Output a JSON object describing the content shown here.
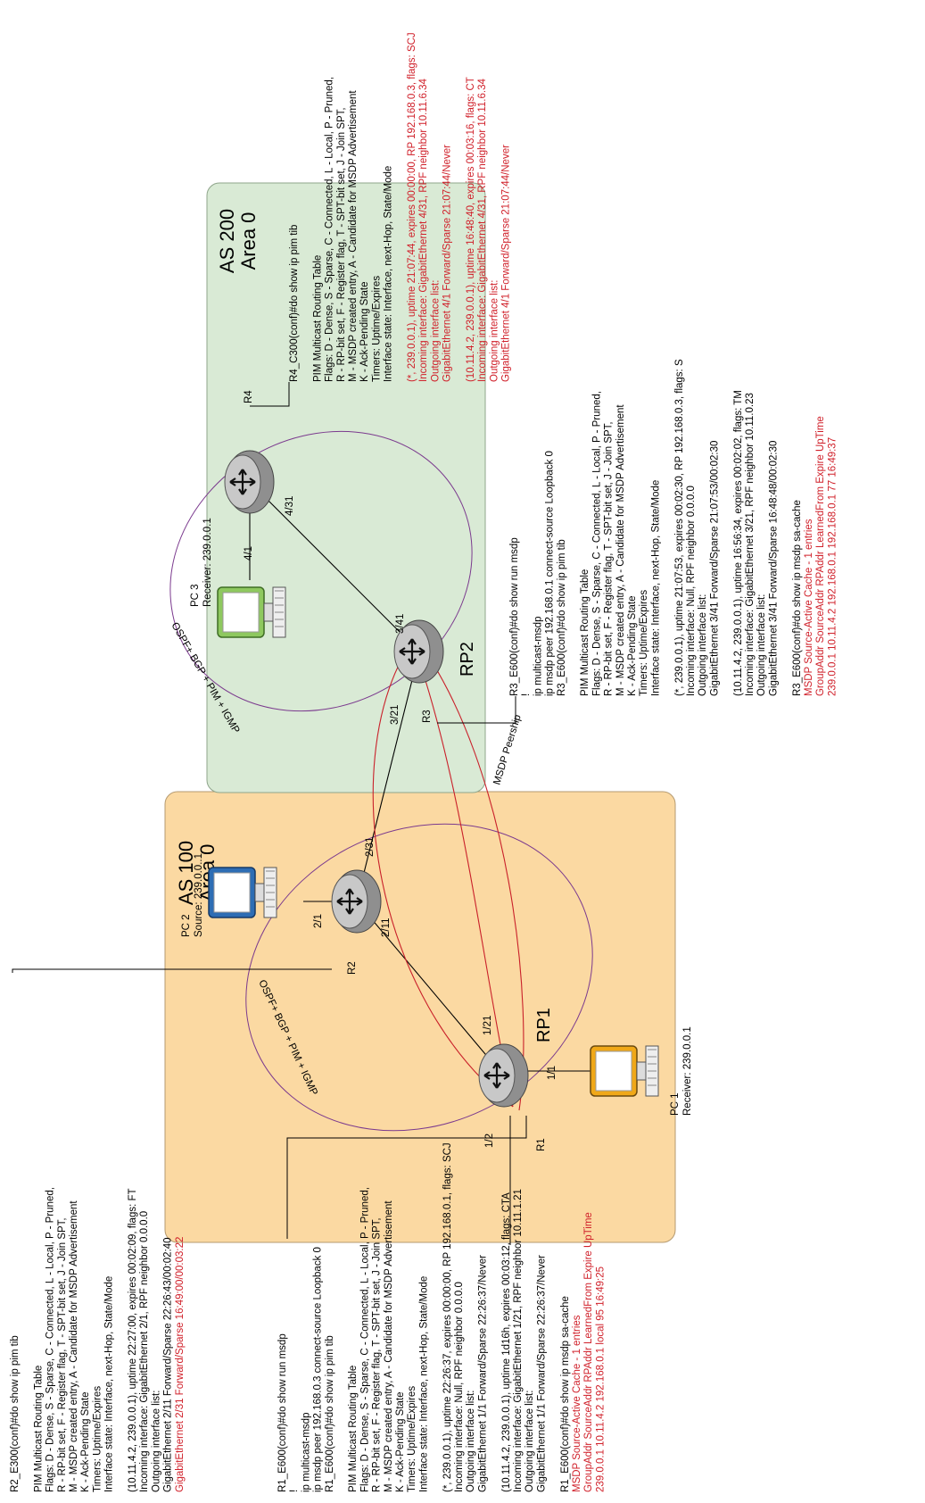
{
  "areas": {
    "as100": {
      "line1": "AS 100",
      "line2": "Area 0",
      "fill": "#fbd9a2"
    },
    "as200": {
      "line1": "AS 200",
      "line2": "Area 0",
      "fill": "#d9ead5"
    }
  },
  "protocol_labels": {
    "lower": "OSPF+ BGP + PIM + IGMP",
    "upper": "OSPF+ BGP + PIM + IGMP",
    "msdp": "MSDP Peership"
  },
  "routers": {
    "R1": {
      "name": "R1",
      "role": "RP1",
      "if_up": "1/21",
      "if_right": "1/1",
      "if_left": "1/2"
    },
    "R2": {
      "name": "R2",
      "if_left": "2/1",
      "if_up": "2/31",
      "if_down": "2/11"
    },
    "R3": {
      "name": "R3",
      "role": "RP2",
      "if_left": "3/21",
      "if_up": "3/41"
    },
    "R4": {
      "name": "R4",
      "if_left": "4/1",
      "if_down": "4/31"
    }
  },
  "pcs": {
    "pc1": {
      "name": "PC 1",
      "info": "Receiver: 239.0.0.1",
      "color": "#f0a818"
    },
    "pc2": {
      "name": "PC 2",
      "info": "Source: 239.0.0..1",
      "color": "#2d6db4"
    },
    "pc3": {
      "name": "PC 3",
      "info": "Receiver: 239.0.0.1",
      "color": "#8ec85f"
    }
  },
  "r2_block": [
    {
      "text": "R2_E300(conf)#do show ip pim tib",
      "red": false
    },
    {
      "text": "",
      "red": false
    },
    {
      "text": "PIM Multicast Routing Table",
      "red": false
    },
    {
      "text": "Flags: D - Dense, S - Sparse, C - Connected, L - Local, P - Pruned,",
      "red": false
    },
    {
      "text": "        R - RP-bit set, F - Register flag, T - SPT-bit set, J - Join SPT,",
      "red": false
    },
    {
      "text": "        M - MSDP created entry, A - Candidate for MSDP Advertisement",
      "red": false
    },
    {
      "text": "        K - Ack-Pending State",
      "red": false
    },
    {
      "text": "Timers: Uptime/Expires",
      "red": false
    },
    {
      "text": "Interface state: Interface, next-Hop, State/Mode",
      "red": false
    },
    {
      "text": "",
      "red": false
    },
    {
      "text": "(10.11.4.2, 239.0.0.1), uptime 22:27:00, expires 00:02:09, flags: FT",
      "red": false
    },
    {
      "text": "  Incoming interface: GigabitEthernet 2/1, RPF neighbor 0.0.0.0",
      "red": false
    },
    {
      "text": "  Outgoing interface list:",
      "red": false
    },
    {
      "text": "    GigabitEthernet 2/11  Forward/Sparse   22:26:43/00:02:40",
      "red": false
    },
    {
      "text": "    GigabitEthernet 2/31  Forward/Sparse   16:49:00/00:03:22",
      "red": true
    }
  ],
  "r1_block": [
    {
      "text": "R1_E600(conf)#do show run msdp",
      "red": false
    },
    {
      "text": "!",
      "red": false
    },
    {
      "text": "ip multicast-msdp",
      "red": false
    },
    {
      "text": "ip msdp peer 192.168.0.3 connect-source Loopback 0",
      "red": false
    },
    {
      "text": "R1_E600(conf)#do show ip pim tib",
      "red": false
    },
    {
      "text": "",
      "red": false
    },
    {
      "text": "PIM Multicast Routing Table",
      "red": false
    },
    {
      "text": "Flags: D - Dense, S - Sparse, C - Connected, L - Local, P - Pruned,",
      "red": false
    },
    {
      "text": "        R - RP-bit set, F - Register flag, T - SPT-bit set, J - Join SPT,",
      "red": false
    },
    {
      "text": "        M - MSDP created entry, A - Candidate for MSDP Advertisement",
      "red": false
    },
    {
      "text": "        K - Ack-Pending State",
      "red": false
    },
    {
      "text": "Timers: Uptime/Expires",
      "red": false
    },
    {
      "text": "Interface state: Interface, next-Hop, State/Mode",
      "red": false
    },
    {
      "text": "",
      "red": false
    },
    {
      "text": "(*, 239.0.0.1), uptime 22:26:37, expires 00:00:00, RP 192.168.0.1, flags: SCJ",
      "red": false
    },
    {
      "text": "  Incoming interface: Null, RPF neighbor 0.0.0.0",
      "red": false
    },
    {
      "text": "  Outgoing interface list:",
      "red": false
    },
    {
      "text": "    GigabitEthernet 1/1  Forward/Sparse   22:26:37/Never",
      "red": false
    },
    {
      "text": "",
      "red": false
    },
    {
      "text": "(10.11.4.2, 239.0.0.1), uptime 1d16h, expires 00:03:12, flags: CTA",
      "red": false
    },
    {
      "text": "  Incoming interface: GigabitEthernet 1/21, RPF neighbor 10.11.1.21",
      "red": false
    },
    {
      "text": "  Outgoing interface list:",
      "red": false
    },
    {
      "text": "    GigabitEthernet 1/1  Forward/Sparse   22:26:37/Never",
      "red": false
    },
    {
      "text": "",
      "red": false
    },
    {
      "text": "R1_E600(conf)#do show ip msdp sa-cache",
      "red": false
    },
    {
      "text": "MSDP Source-Active Cache - 1 entries",
      "red": true
    },
    {
      "text": "GroupAddr      SourceAddr     RPAddr            LearnedFrom   Expire UpTime",
      "red": true
    },
    {
      "text": "239.0.0.1      10.11.4.2      192.168.0.1       local         95   16:49:25",
      "red": true
    }
  ],
  "r4_block": [
    {
      "text": "R4_C300(conf)#do show ip pim tib",
      "red": false
    },
    {
      "text": "",
      "red": false
    },
    {
      "text": "PIM Multicast Routing Table",
      "red": false
    },
    {
      "text": "Flags: D - Dense, S - Sparse, C - Connected, L - Local, P - Pruned,",
      "red": false
    },
    {
      "text": "        R - RP-bit set, F - Register flag, T - SPT-bit set, J - Join SPT,",
      "red": false
    },
    {
      "text": "        M - MSDP created entry, A - Candidate for MSDP Advertisement",
      "red": false
    },
    {
      "text": "        K - Ack-Pending State",
      "red": false
    },
    {
      "text": "Timers: Uptime/Expires",
      "red": false
    },
    {
      "text": "Interface state: Interface, next-Hop, State/Mode",
      "red": false
    },
    {
      "text": "",
      "red": false
    },
    {
      "text": "(*, 239.0.0.1), uptime 21:07:44, expires 00:00:00, RP 192.168.0.3, flags: SCJ",
      "red": true
    },
    {
      "text": "  Incoming interface: GigabitEthernet 4/31, RPF neighbor 10.11.6.34",
      "red": true
    },
    {
      "text": "  Outgoing interface list:",
      "red": true
    },
    {
      "text": "    GigabitEthernet 4/1  Forward/Sparse   21:07:44/Never",
      "red": true
    },
    {
      "text": "",
      "red": false
    },
    {
      "text": "(10.11.4.2, 239.0.0.1), uptime 16:48:40, expires 00:03:16, flags: CT",
      "red": true
    },
    {
      "text": "  Incoming interface: GigabitEthernet 4/31, RPF neighbor 10.11.6.34",
      "red": true
    },
    {
      "text": "  Outgoing interface list:",
      "red": true
    },
    {
      "text": "    GigabitEthernet 4/1  Forward/Sparse   21:07:44/Never",
      "red": true
    }
  ],
  "r3_block": [
    {
      "text": "R3_E600(conf)#do show run msdp",
      "red": false
    },
    {
      "text": "!",
      "red": false
    },
    {
      "text": "ip multicast-msdp",
      "red": false
    },
    {
      "text": "ip msdp peer 192.168.0.1 connect-source Loopback 0",
      "red": false
    },
    {
      "text": "R3_E600(conf)#do show ip pim tib",
      "red": false
    },
    {
      "text": "",
      "red": false
    },
    {
      "text": "PIM Multicast Routing Table",
      "red": false
    },
    {
      "text": "Flags: D - Dense, S - Sparse, C - Connected, L - Local, P - Pruned,",
      "red": false
    },
    {
      "text": "        R - RP-bit set, F - Register flag, T - SPT-bit set, J - Join SPT,",
      "red": false
    },
    {
      "text": "        M - MSDP created entry, A - Candidate for MSDP Advertisement",
      "red": false
    },
    {
      "text": "        K - Ack-Pending State",
      "red": false
    },
    {
      "text": "Timers: Uptime/Expires",
      "red": false
    },
    {
      "text": "Interface state: Interface, next-Hop, State/Mode",
      "red": false
    },
    {
      "text": "",
      "red": false
    },
    {
      "text": "(*, 239.0.0.1), uptime 21:07:53, expires 00:02:30, RP 192.168.0.3, flags: S",
      "red": false
    },
    {
      "text": "  Incoming interface: Null, RPF neighbor 0.0.0.0",
      "red": false
    },
    {
      "text": "  Outgoing interface list:",
      "red": false
    },
    {
      "text": "    GigabitEthernet 3/41  Forward/Sparse   21:07:53/00:02:30",
      "red": false
    },
    {
      "text": "",
      "red": false
    },
    {
      "text": "(10.11.4.2, 239.0.0.1), uptime 16:56:34, expires 00:02:02, flags: TM",
      "red": false
    },
    {
      "text": "  Incoming interface: GigabitEthernet 3/21, RPF neighbor 10.11.0.23",
      "red": false
    },
    {
      "text": "  Outgoing interface list:",
      "red": false
    },
    {
      "text": "    GigabitEthernet 3/41  Forward/Sparse   16:48:48/00:02:30",
      "red": false
    },
    {
      "text": "",
      "red": false
    },
    {
      "text": "R3_E600(conf)#do show ip msdp sa-cache",
      "red": false
    },
    {
      "text": "MSDP Source-Active Cache - 1 entries",
      "red": true
    },
    {
      "text": "GroupAddr      SourceAddr     RPAddr            LearnedFrom   Expire UpTime",
      "red": true
    },
    {
      "text": "239.0.0.1      10.11.4.2      192.168.0.1       192.168.0.1   77  16:49:37",
      "red": true
    }
  ]
}
